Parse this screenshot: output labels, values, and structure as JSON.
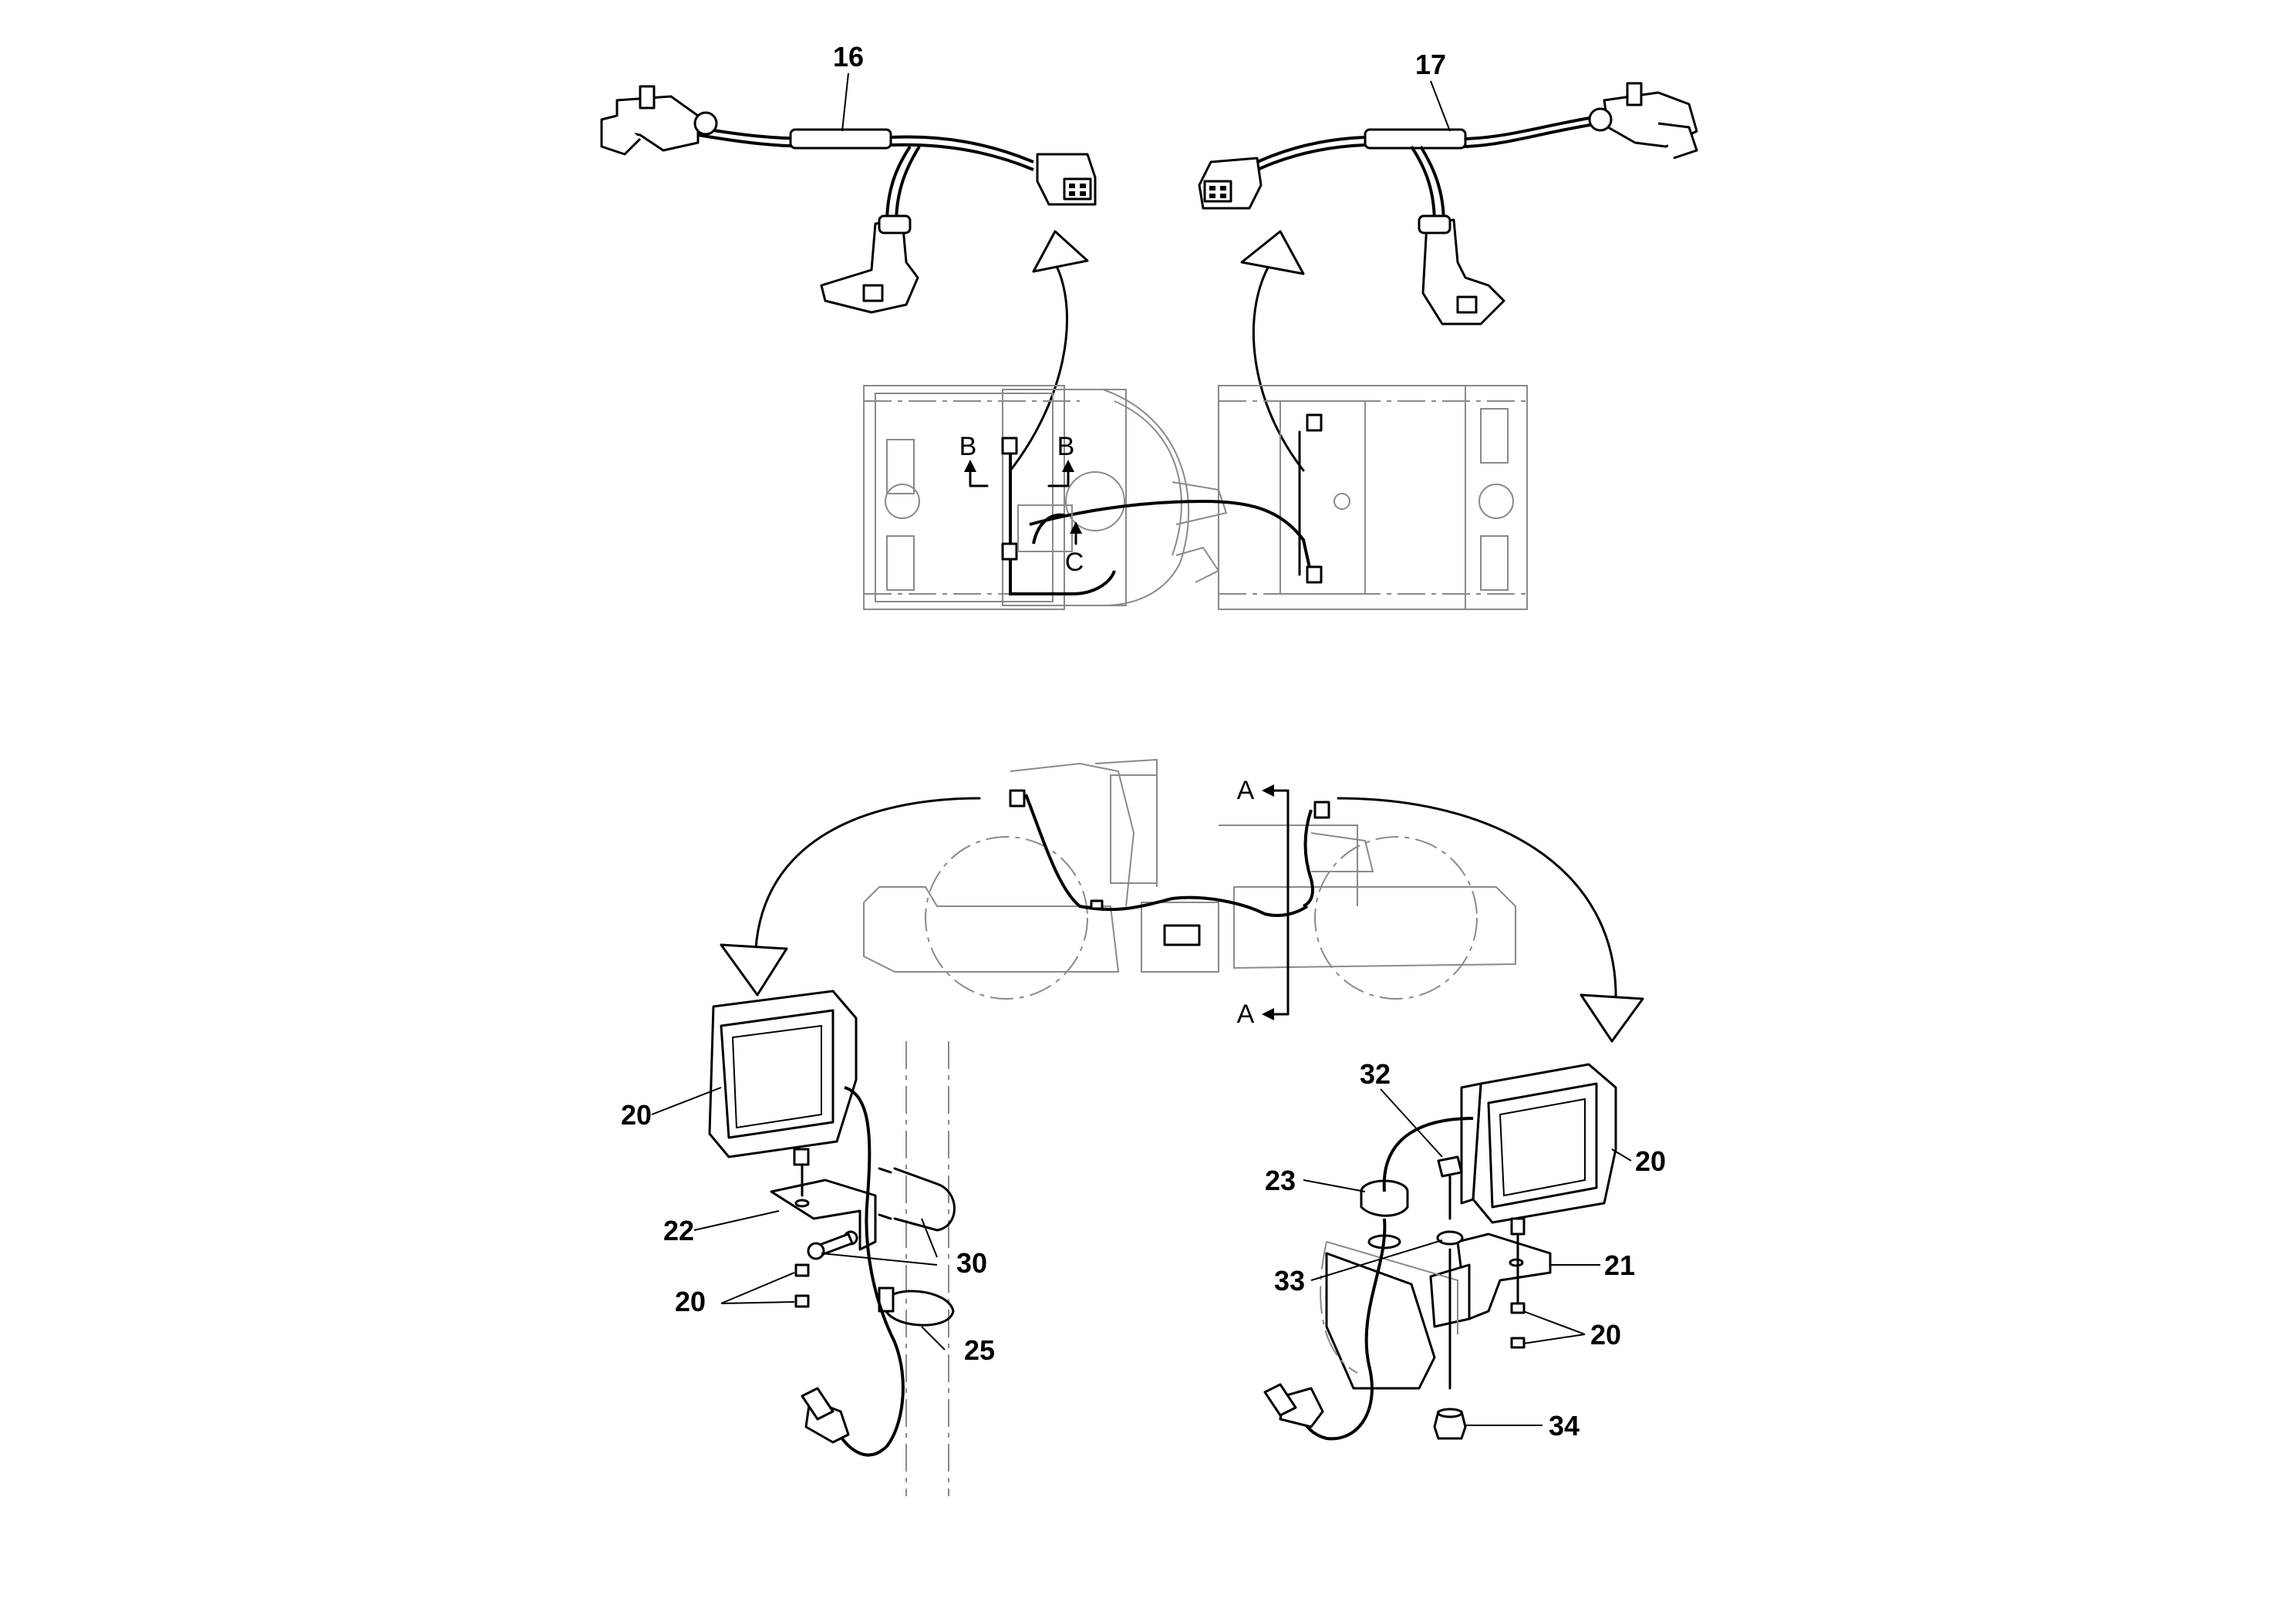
{
  "callouts": {
    "c16": "16",
    "c17": "17",
    "c20_left_lamp": "20",
    "c22": "22",
    "c30": "30",
    "c20_left_nut": "20",
    "c25": "25",
    "c32": "32",
    "c23": "23",
    "c20_right_lamp": "20",
    "c21": "21",
    "c33": "33",
    "c20_right_nut": "20",
    "c34": "34"
  },
  "section_labels": {
    "b_left": "B",
    "b_right": "B",
    "c": "C",
    "a_top": "A",
    "a_bottom": "A"
  },
  "icons": {
    "cable_harness": "harness-icon",
    "lamp": "work-lamp-icon",
    "arrow": "curved-arrow-icon"
  }
}
